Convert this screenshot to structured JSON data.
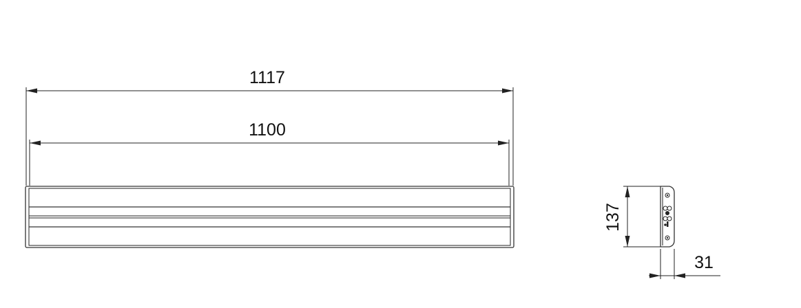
{
  "front_view": {
    "overall_length_label": "1117",
    "inner_length_label": "1100"
  },
  "side_view": {
    "height_label": "137",
    "depth_label": "31"
  },
  "colors": {
    "line": "#222222",
    "background": "#ffffff"
  }
}
